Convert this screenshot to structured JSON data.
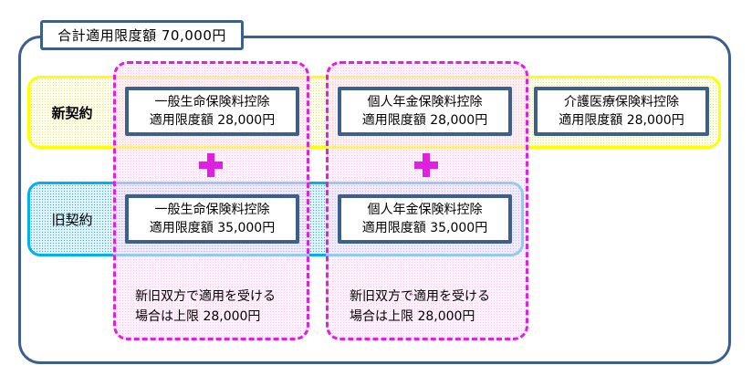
{
  "total": {
    "label": "合計適用限度額",
    "amount": "70,000円",
    "text": "合計適用限度額 70,000円"
  },
  "colors": {
    "frame": "#3c5f8b",
    "new_band": "#ffff00",
    "old_band": "#00b0f0",
    "combined_column": "#e020e0"
  },
  "new_contract": {
    "label": "新契約",
    "items": [
      {
        "name": "一般生命保険料控除",
        "limit": "適用限度額 28,000円"
      },
      {
        "name": "個人年金保険料控除",
        "limit": "適用限度額 28,000円"
      },
      {
        "name": "介護医療保険料控除",
        "limit": "適用限度額 28,000円"
      }
    ]
  },
  "old_contract": {
    "label": "旧契約",
    "items": [
      {
        "name": "一般生命保険料控除",
        "limit": "適用限度額 35,000円"
      },
      {
        "name": "個人年金保険料控除",
        "limit": "適用限度額 35,000円"
      }
    ]
  },
  "combined_notes": [
    {
      "line1": "新旧双方で適用を受ける",
      "line2": "場合は上限 28,000円"
    },
    {
      "line1": "新旧双方で適用を受ける",
      "line2": "場合は上限 28,000円"
    }
  ],
  "operator_symbol": "plus"
}
